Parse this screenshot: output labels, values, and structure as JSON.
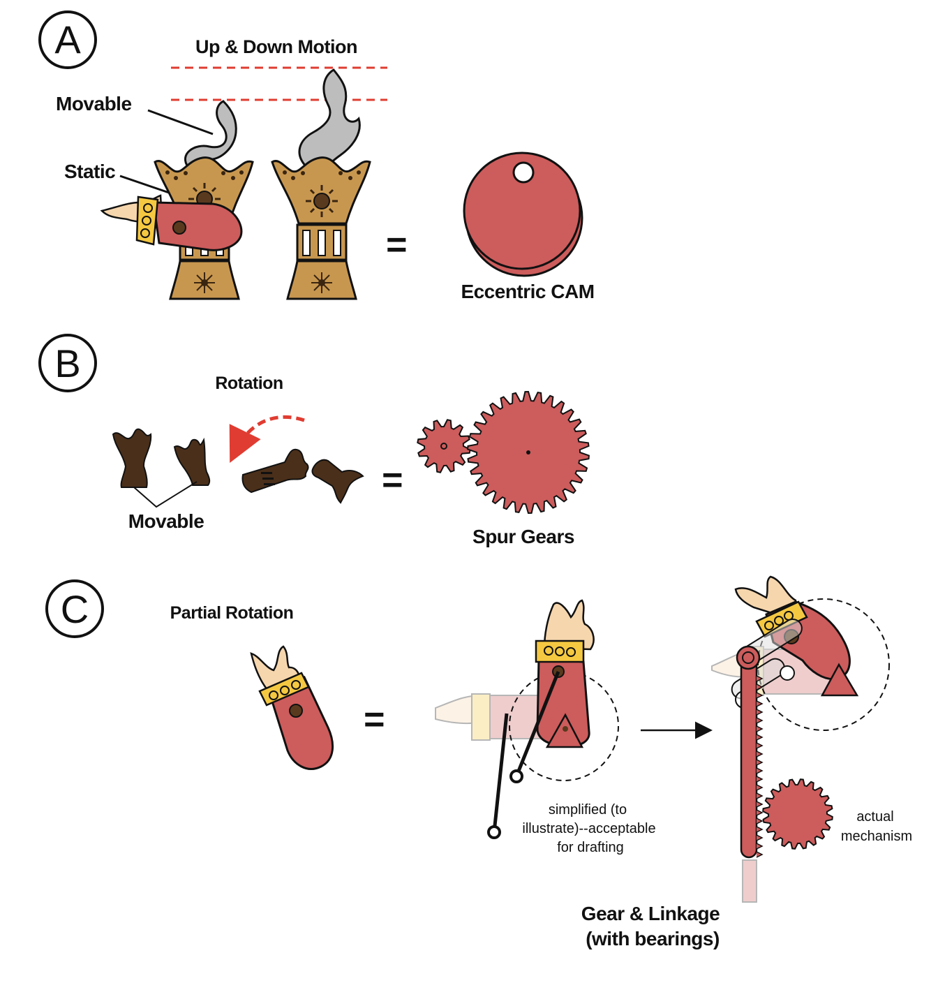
{
  "sections": {
    "a": {
      "letter": "A",
      "motion_label": "Up & Down Motion",
      "movable_label": "Movable",
      "static_label": "Static",
      "equals": "=",
      "result_label": "Eccentric CAM"
    },
    "b": {
      "letter": "B",
      "motion_label": "Rotation",
      "movable_label": "Movable",
      "equals": "=",
      "result_label": "Spur Gears"
    },
    "c": {
      "letter": "C",
      "motion_label": "Partial Rotation",
      "equals": "=",
      "simplified_note": [
        "simplified (to",
        "illustrate)--acceptable",
        "for drafting"
      ],
      "actual_note": [
        "actual",
        "mechanism"
      ],
      "result_label": [
        "Gear & Linkage",
        "(with bearings)"
      ]
    }
  },
  "colors": {
    "cam_red": "#cd5c5c",
    "gold": "#c8974f",
    "dark_brown": "#4a2f1a",
    "smoke_gray": "#bdbdbd",
    "skin": "#f6d6ad",
    "cuff_yellow": "#f5c842",
    "dashed_red": "#e03c31"
  }
}
